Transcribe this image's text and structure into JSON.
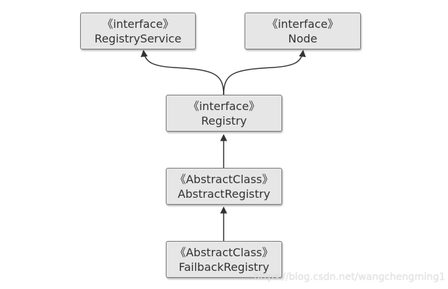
{
  "diagram": {
    "nodes": [
      {
        "id": "registry-service",
        "stereotype": "《interface》",
        "name": "RegistryService"
      },
      {
        "id": "node",
        "stereotype": "《interface》",
        "name": "Node"
      },
      {
        "id": "registry",
        "stereotype": "《interface》",
        "name": "Registry"
      },
      {
        "id": "abstract-registry",
        "stereotype": "《AbstractClass》",
        "name": "AbstractRegistry"
      },
      {
        "id": "failback-registry",
        "stereotype": "《AbstractClass》",
        "name": "FailbackRegistry"
      }
    ],
    "edges": [
      {
        "from": "registry",
        "to": "registry-service"
      },
      {
        "from": "registry",
        "to": "node"
      },
      {
        "from": "abstract-registry",
        "to": "registry"
      },
      {
        "from": "failback-registry",
        "to": "abstract-registry"
      }
    ]
  },
  "watermark": "https://blog.csdn.net/wangchengming1",
  "colors": {
    "node_fill": "#e6e6e6",
    "node_border": "#777777",
    "edge": "#333333",
    "text": "#333333"
  }
}
